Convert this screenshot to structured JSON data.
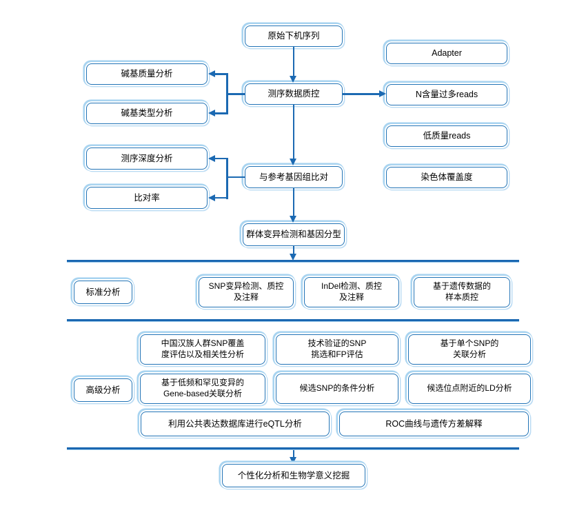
{
  "colors": {
    "box_border": "#2173b6",
    "box_outer_ring": "#a9d4f0",
    "connector_line": "#1b69b2",
    "divider": "#1a67b1",
    "text": "#000000",
    "background": "#ffffff"
  },
  "nodes": {
    "raw": "原始下机序列",
    "adapter": "Adapter",
    "base_quality": "碱基质量分析",
    "qc": "测序数据质控",
    "n_reads": "N含量过多reads",
    "base_type": "碱基类型分析",
    "low_quality": "低质量reads",
    "depth": "测序深度分析",
    "align": "与参考基因组比对",
    "chrom": "染色体覆盖度",
    "map_rate": "比对率",
    "variant": "群体变异检测和基因分型",
    "standard_label": "标准分析",
    "snp": "SNP变异检测、质控\n及注释",
    "indel": "InDel检测、质控\n及注释",
    "sample_qc": "基于遗传数据的\n样本质控",
    "han_snp": "中国汉族人群SNP覆盖\n度评估以及相关性分析",
    "validated_snp": "技术验证的SNP\n挑选和FP评估",
    "single_snp": "基于单个SNP的\n关联分析",
    "advanced_label": "高级分析",
    "gene_based": "基于低频和罕见变异的\nGene-based关联分析",
    "conditional": "候选SNP的条件分析",
    "ld": "候选位点附近的LD分析",
    "eqtl": "利用公共表达数据库进行eQTL分析",
    "roc": "ROC曲线与遗传方差解释",
    "personalized": "个性化分析和生物学意义挖掘"
  }
}
